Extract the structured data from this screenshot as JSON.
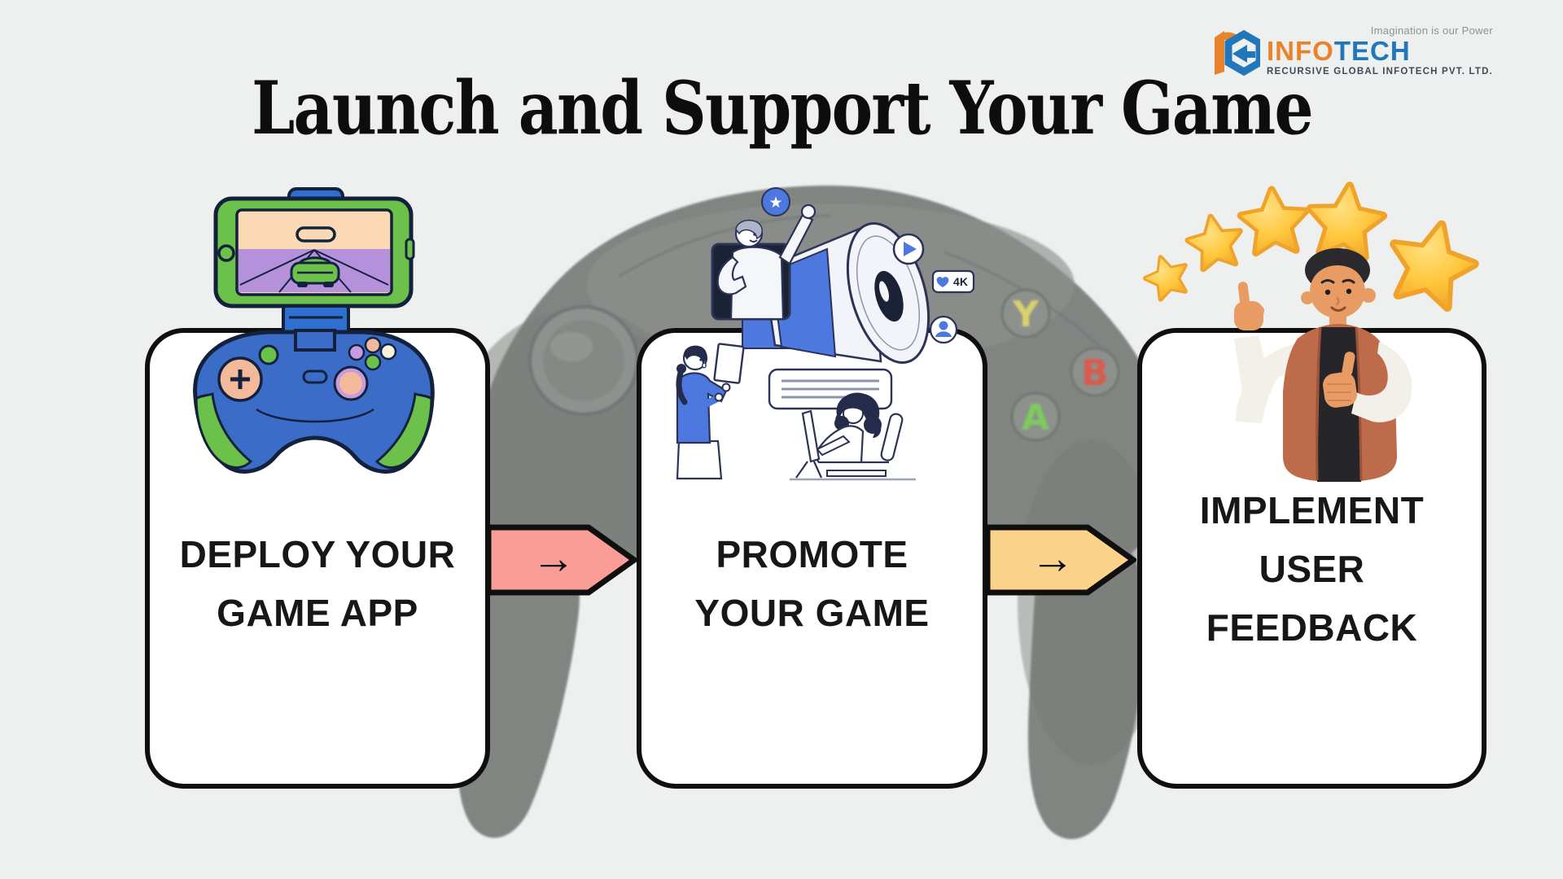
{
  "page": {
    "title": "Launch and Support Your Game",
    "background_color": "#EDF0EE"
  },
  "logo": {
    "tagline": "Imagination is our Power",
    "brand_info": "INFO",
    "brand_tech": "TECH",
    "subtitle": "RECURSIVE GLOBAL INFOTECH PVT. LTD.",
    "orange": "#E8822B",
    "blue": "#2176BC"
  },
  "steps": [
    {
      "id": "deploy-your-game-app",
      "lines": [
        "DEPLOY YOUR",
        "GAME APP"
      ]
    },
    {
      "id": "promote-your-game",
      "lines": [
        "PROMOTE",
        "YOUR GAME"
      ]
    },
    {
      "id": "implement-user-feedback",
      "lines": [
        "IMPLEMENT",
        "USER",
        "FEEDBACK"
      ]
    }
  ],
  "connectors": [
    {
      "glyph": "→",
      "fill": "#FA9D96"
    },
    {
      "glyph": "→",
      "fill": "#FBD28A"
    }
  ],
  "background_controller": {
    "button_y": "Y",
    "button_b": "B",
    "button_a": "A",
    "y_color": "#D9CF6A",
    "b_color": "#D9574A",
    "a_color": "#7CC95C"
  },
  "promo_badges": {
    "star": "★",
    "likes": "4K"
  },
  "accents": {
    "star_yellow": "#FFC83D",
    "illustration_blue": "#4C78E0",
    "gamepad_blue": "#3A6CC8",
    "gamepad_green": "#6CC14B"
  }
}
